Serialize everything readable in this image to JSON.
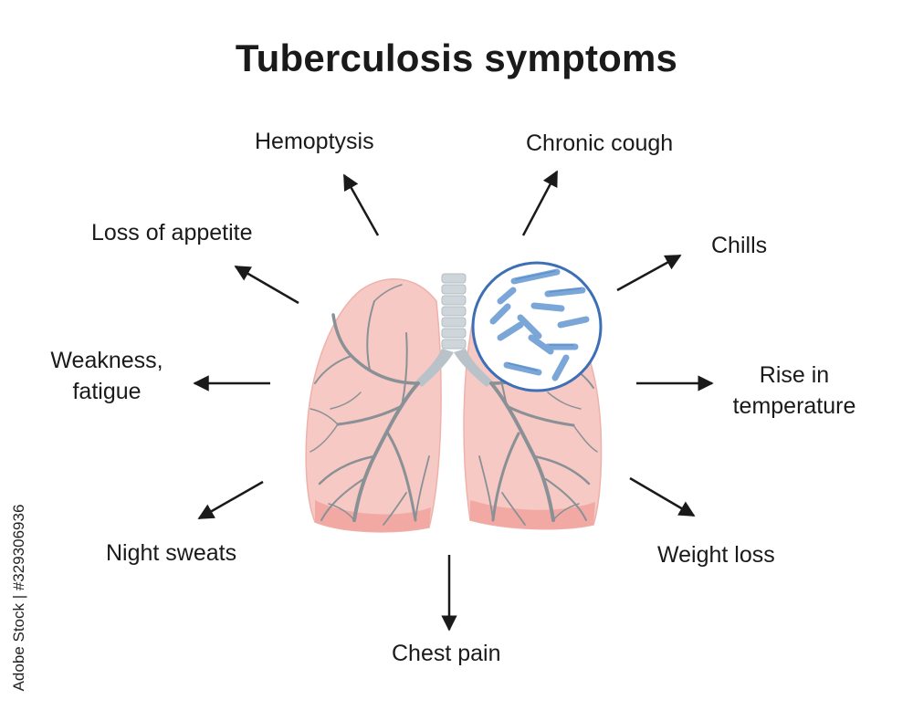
{
  "title": "Tuberculosis symptoms",
  "symptoms": {
    "hemoptysis": "Hemoptysis",
    "chronic_cough": "Chronic cough",
    "loss_of_appetite": "Loss of appetite",
    "chills": "Chills",
    "weakness": [
      "Weakness,",
      "fatigue"
    ],
    "rise_in_temperature": [
      "Rise in",
      "temperature"
    ],
    "night_sweats": "Night sweats",
    "weight_loss": "Weight loss",
    "chest_pain": "Chest pain"
  },
  "watermark_id": "Adobe Stock | #329306936",
  "icons": {
    "lungs": "lungs-illustration",
    "bacteria": "bacteria-magnifier-icon",
    "arrow": "arrow-icon"
  },
  "colors": {
    "lung_fill": "#f6c9c4",
    "lung_shadow": "#f2a9a3",
    "vessels": "#8a9196",
    "trachea": "#cfd6db",
    "bacteria": "#7aa6d8",
    "magnifier_ring": "#3d6fb6",
    "arrow": "#1a1a1a"
  }
}
